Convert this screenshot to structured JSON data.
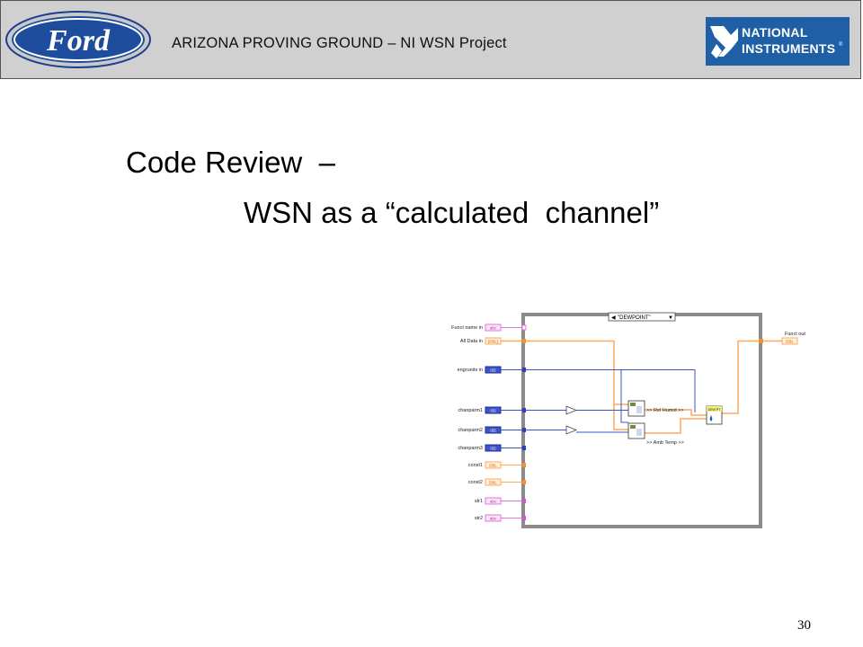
{
  "header": {
    "left_logo": {
      "name": "ford-logo",
      "text": "Ford"
    },
    "title": "ARIZONA PROVING GROUND – NI WSN Project",
    "right_logo": {
      "name": "national-instruments-logo",
      "line1": "NATIONAL",
      "line2": "INSTRUMENTS",
      "reg": "®"
    }
  },
  "slide": {
    "title_line1": "Code Review  –",
    "title_line2": "WSN as a “calculated  channel”"
  },
  "diagram": {
    "case_selector": "\"DEWPOINT\"",
    "inputs": [
      {
        "label": "Funct name in",
        "type": "abc",
        "color": "#e07ad8"
      },
      {
        "label": "All Data in",
        "type": "[DBL]",
        "color": "#ffa95e"
      },
      {
        "label": "engrunits in",
        "type": "I32",
        "color": "#3e52c9"
      },
      {
        "label": "chanparm1",
        "type": "I32",
        "color": "#3e52c9"
      },
      {
        "label": "chanparm2",
        "type": "I32",
        "color": "#3e52c9"
      },
      {
        "label": "chanparm3",
        "type": "I32",
        "color": "#3e52c9"
      },
      {
        "label": "const1",
        "type": "DBL",
        "color": "#ffa95e"
      },
      {
        "label": "const2",
        "type": "DBL",
        "color": "#ffa95e"
      },
      {
        "label": "str1",
        "type": "abc",
        "color": "#e07ad8"
      },
      {
        "label": "str2",
        "type": "abc",
        "color": "#e07ad8"
      }
    ],
    "output": {
      "label": "Funct out",
      "type": "DBL"
    },
    "wire_labels": {
      "rel_humid": ">> Rel Humid >>",
      "amb_temp": ">> Amb Temp >>"
    },
    "dewpoint_vi_label": "DEW PT"
  },
  "page_number": "30"
}
